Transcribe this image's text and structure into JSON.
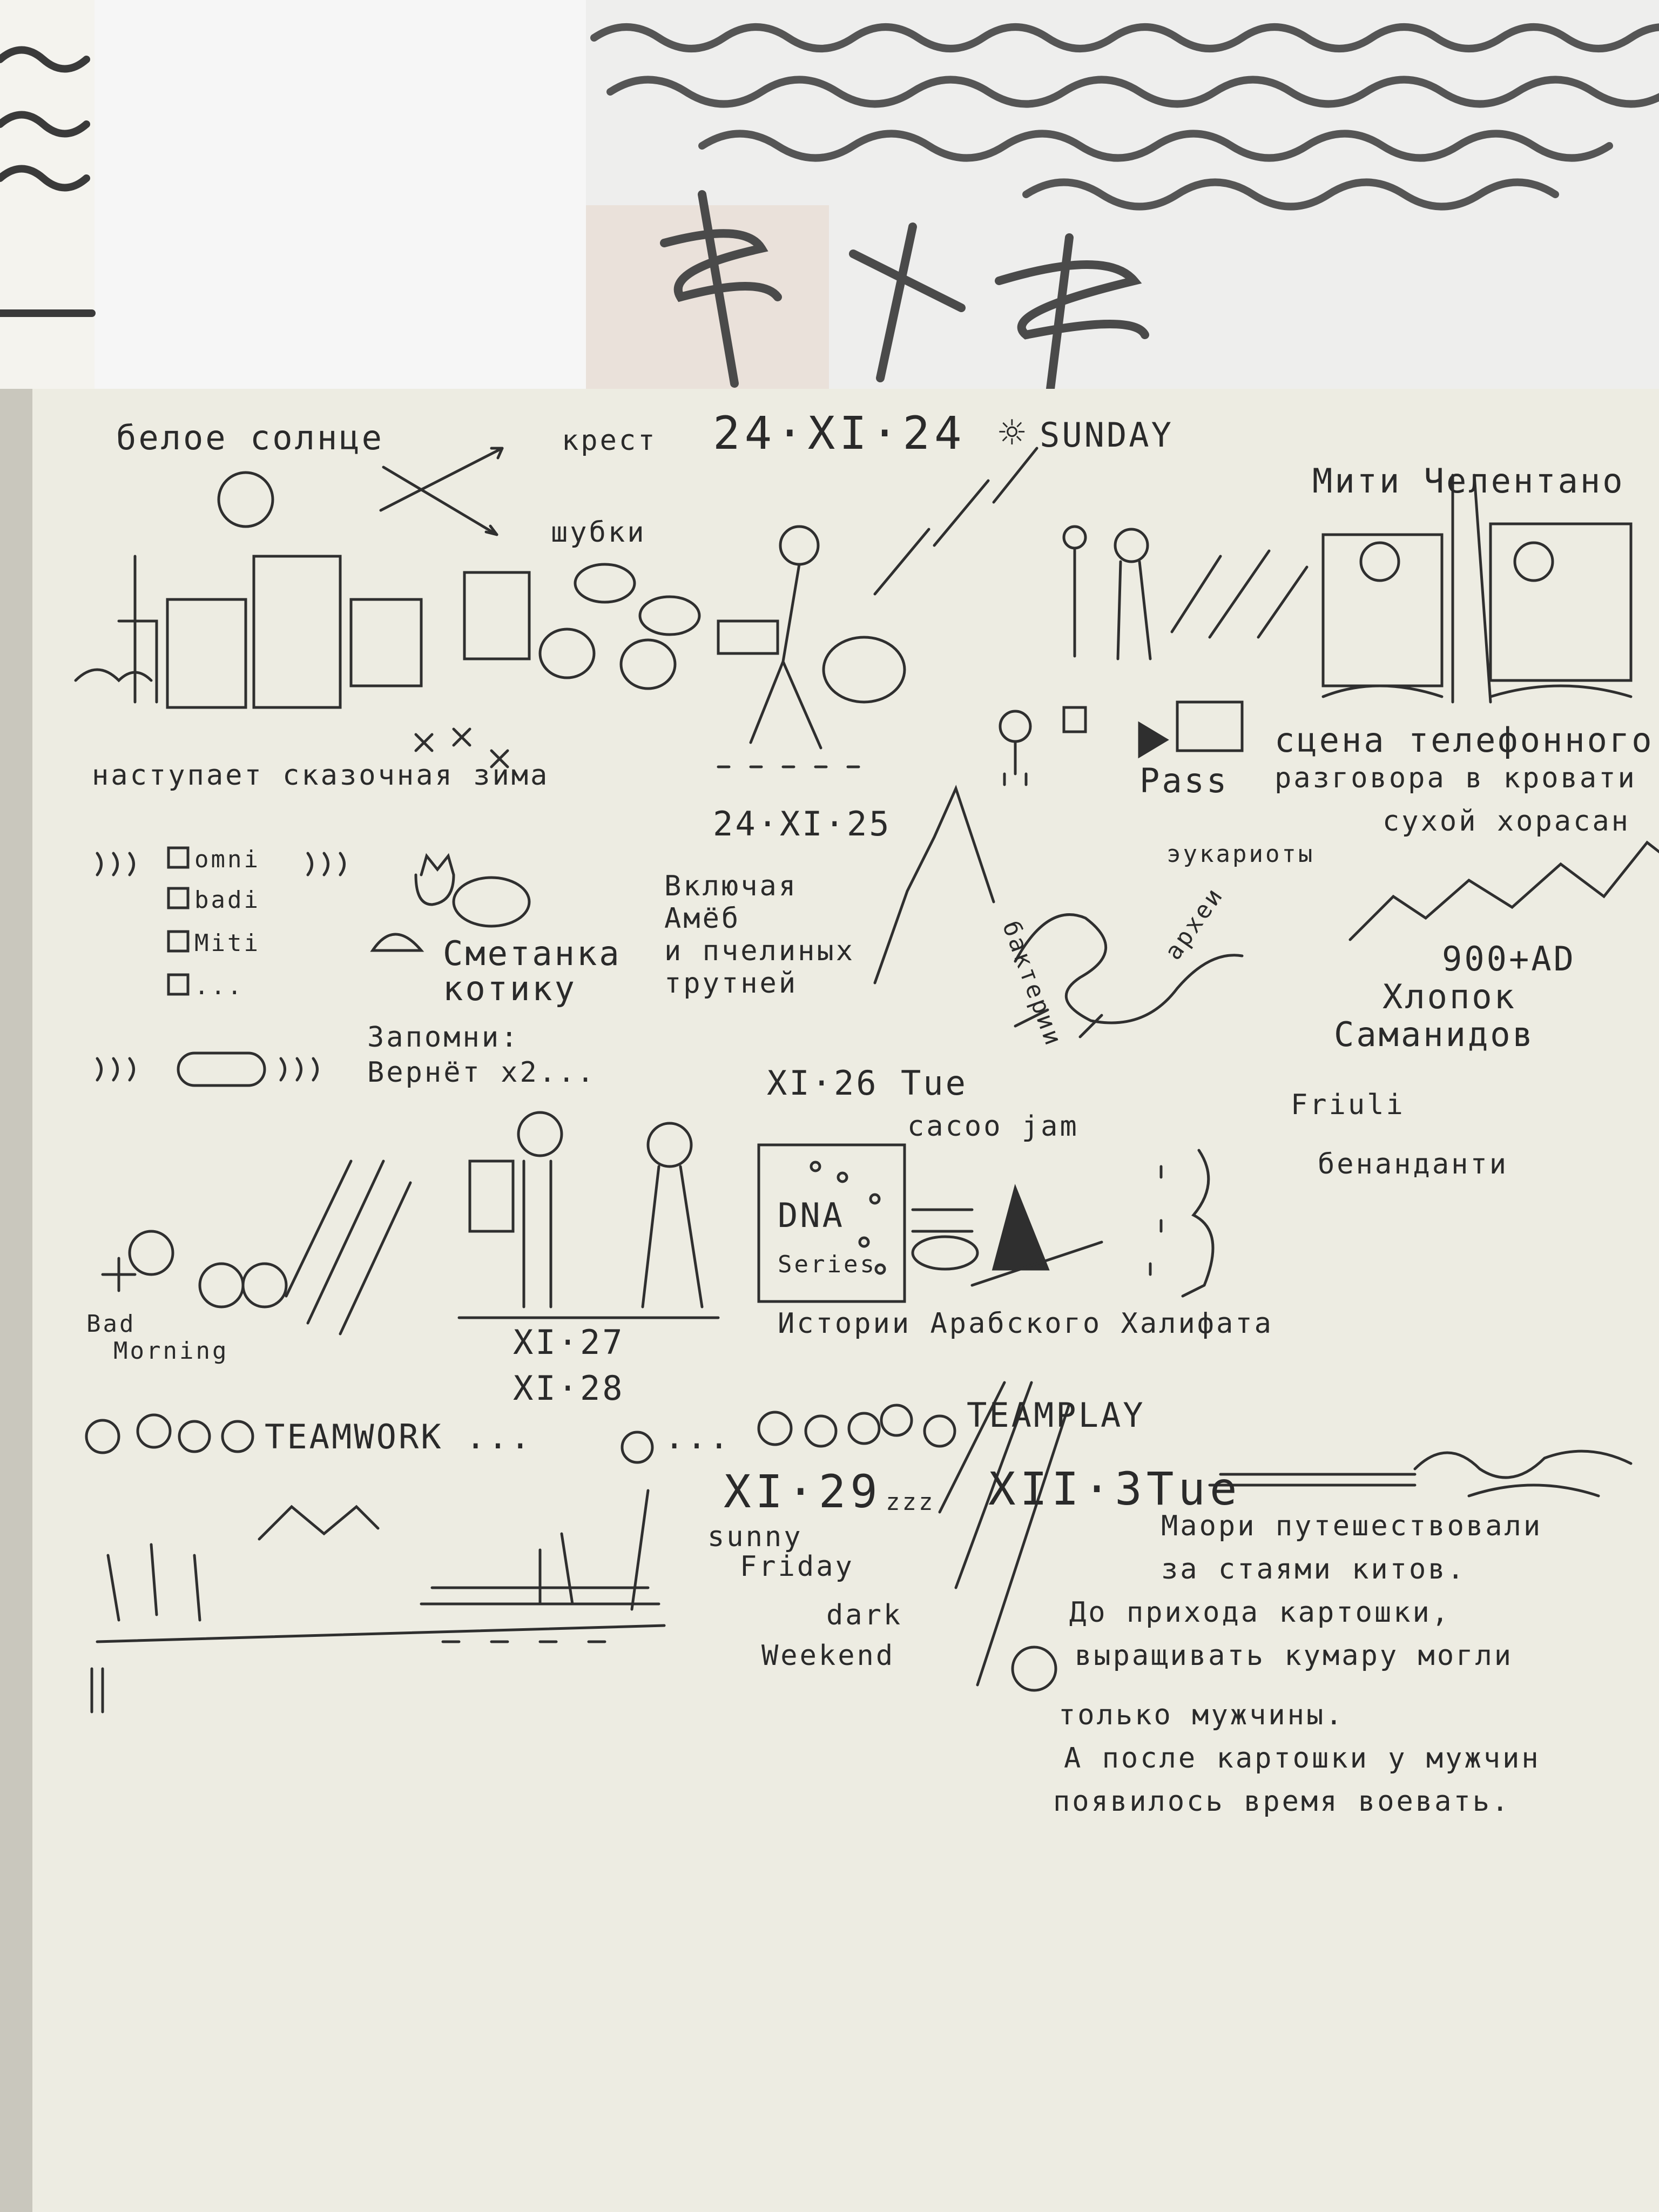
{
  "date_sunday": "24·XI·24",
  "sunday_label": "SUNDAY",
  "beloe_solntse": "белое солнце",
  "krest": "крест",
  "shubki": "шубки",
  "nastupaet": "наступает сказочная зима",
  "mityi_chelentano": "Мити Челентано",
  "scena": "сцена телефонного",
  "razgovora": "разговора в кровати",
  "pass": "Pass",
  "date_25": "24·XI·25",
  "sukhoi": "сухой хорасан",
  "list_omni": "omni",
  "list_badi": "badi",
  "list_miti": "Miti",
  "list_dots": "...",
  "smetanka_1": "Сметанка",
  "smetanka_2": "котику",
  "vklyuchaya_1": "Включая",
  "vklyuchaya_2": "Амёб",
  "vklyuchaya_3": "и пчелиных",
  "vklyuchaya_4": "трутней",
  "eukarioty": "эукариоты",
  "bakterii": "бактерии",
  "arkhei": "археи",
  "ad_900": "900+AD",
  "khlopok": "Хлопок",
  "samanidov": "Саманидов",
  "zapomni_1": "Запомни:",
  "zapomni_2": "Вернёт x2...",
  "date_26": "XI·26 Tue",
  "cacoo": "cacoo jam",
  "dna_1": "DNA",
  "dna_2": "Series",
  "friuli": "Friuli",
  "benandanti": "бенанданти",
  "bad_morning_1": "Bad",
  "bad_morning_2": "Morning",
  "date_27": "XI·27",
  "date_28": "XI·28",
  "istorii": "Истории Арабского Халифата",
  "teamwork": "TEAMWORK ...",
  "teamwork_dots": "...",
  "teamplay": "TEAMPLAY",
  "date_29": "XI·29",
  "zzz": "zzz",
  "date_xii3": "XII·3Tue",
  "sunny": "sunny",
  "friday": "Friday",
  "dark": "dark",
  "weekend": "Weekend",
  "maori_1": "Маори путешествовали",
  "maori_2": "за стаями китов.",
  "maori_3": "До прихода картошки,",
  "maori_4": "выращивать кумару могли",
  "maori_5": "только мужчины.",
  "maori_6": "А после картошки у мужчин",
  "maori_7": "появилось время воевать."
}
